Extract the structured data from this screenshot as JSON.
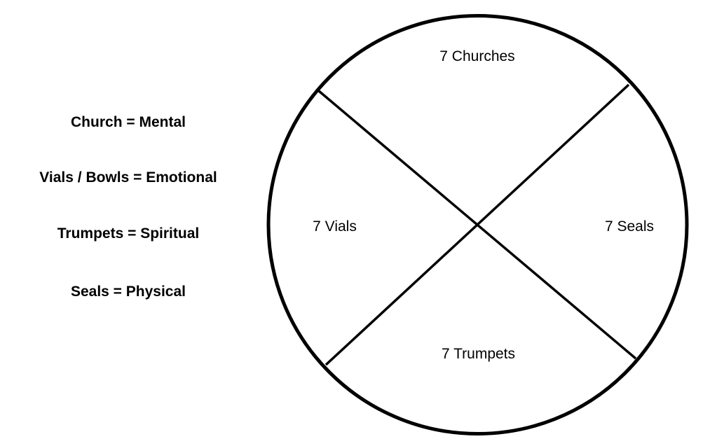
{
  "legend": [
    {
      "category": "Church",
      "aspect": "Mental",
      "text": "Church = Mental"
    },
    {
      "category": "Vials / Bowls",
      "aspect": "Emotional",
      "text": "Vials / Bowls = Emotional"
    },
    {
      "category": "Trumpets",
      "aspect": "Spiritual",
      "text": "Trumpets = Spiritual"
    },
    {
      "category": "Seals",
      "aspect": "Physical",
      "text": "Seals = Physical"
    }
  ],
  "diagram": {
    "shape": "circle divided into four quadrants by an X",
    "quadrants": {
      "top": "7 Churches",
      "left": "7 Vials",
      "right": "7 Seals",
      "bottom": "7 Trumpets"
    },
    "stroke_color": "#000000",
    "background_color": "#ffffff"
  }
}
